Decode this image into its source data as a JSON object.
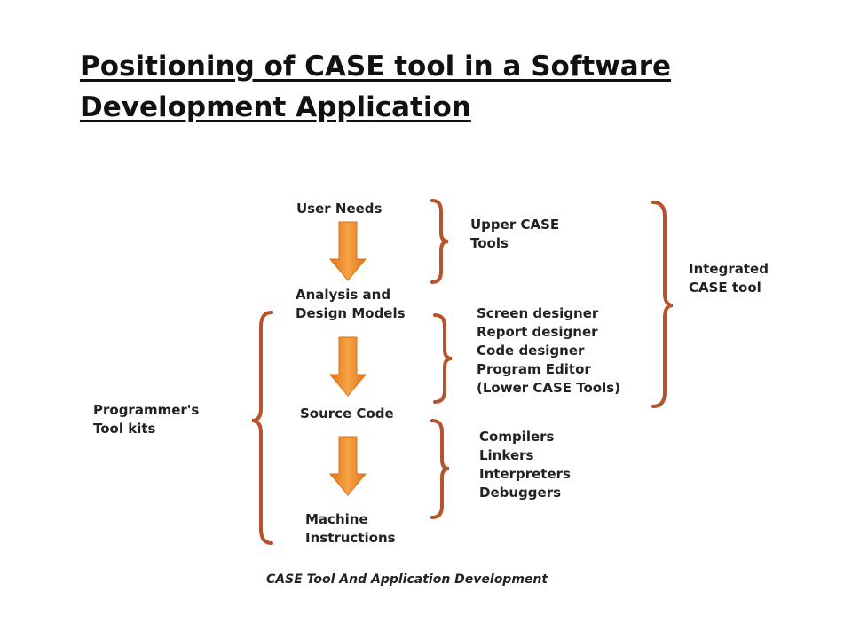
{
  "title": {
    "line1": "Positioning of CASE tool in a Software",
    "line2": "Development Application"
  },
  "diagram": {
    "flow": {
      "user_needs": "User Needs",
      "analysis_line1": "Analysis and",
      "analysis_line2": "Design Models",
      "source_code": "Source Code",
      "machine_line1": "Machine",
      "machine_line2": "Instructions"
    },
    "groups": {
      "upper_case_line1": "Upper CASE",
      "upper_case_line2": "Tools",
      "lower_items": [
        "Screen designer",
        "Report designer",
        "Code designer",
        "Program Editor",
        "(Lower CASE Tools)"
      ],
      "programmer_items": [
        "Compilers",
        "Linkers",
        "Interpreters",
        "Debuggers"
      ],
      "integrated_line1": "Integrated",
      "integrated_line2": "CASE tool",
      "toolkits_line1": "Programmer's",
      "toolkits_line2": "Tool kits"
    },
    "caption": "CASE Tool And Application Development"
  },
  "colors": {
    "arrow": "#f08a22",
    "arrow_dark": "#d9731a",
    "brace": "#b5532a",
    "text": "#222222"
  }
}
